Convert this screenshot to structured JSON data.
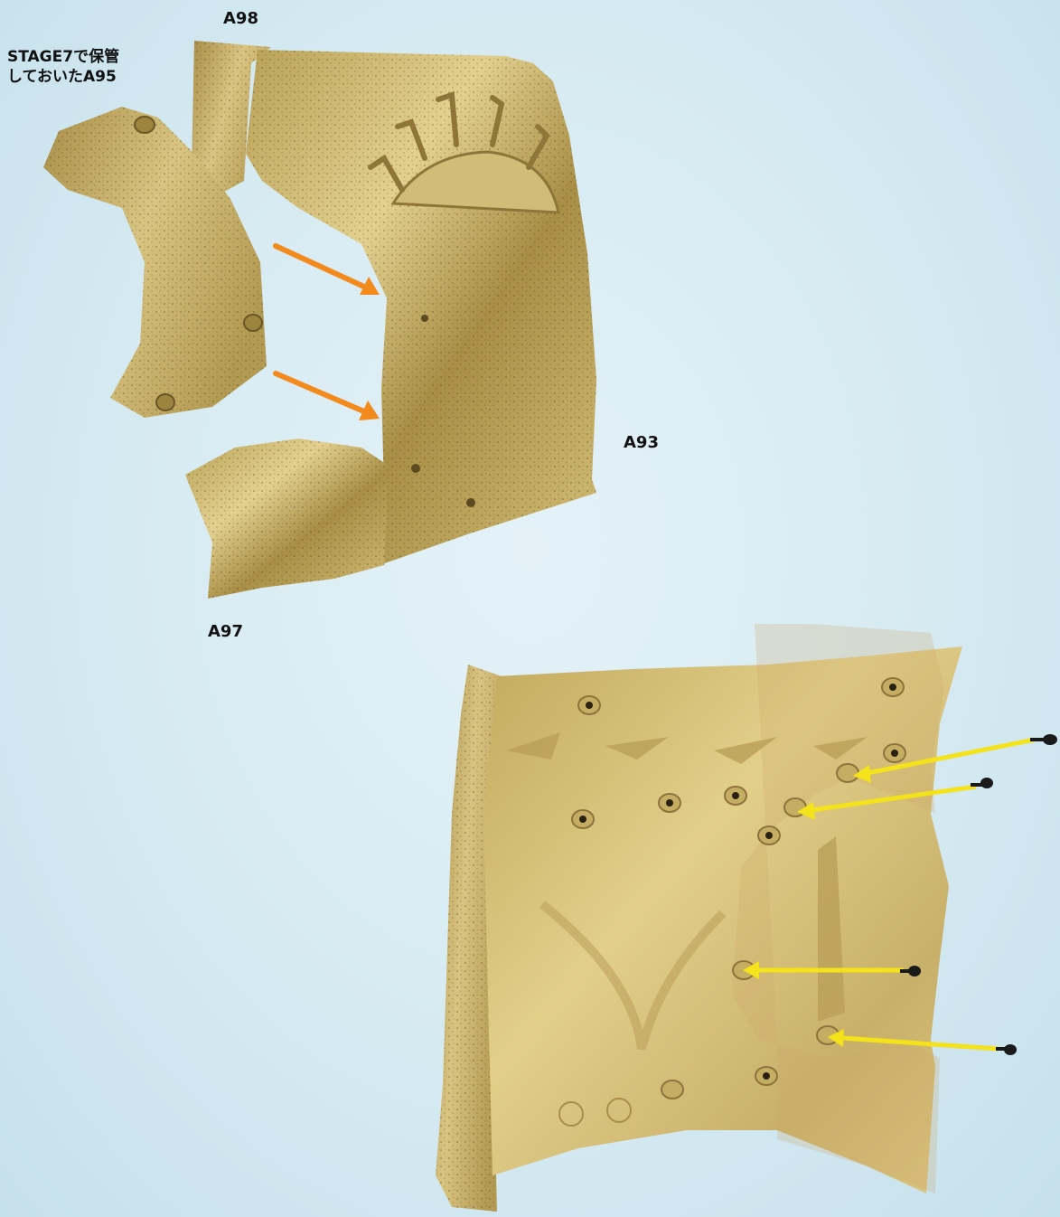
{
  "labels": {
    "a98": "A98",
    "a95_line1": "STAGE7で保管",
    "a95_line2": "しておいたA95",
    "a93": "A93",
    "a97": "A97"
  },
  "colors": {
    "background": "#d6eaf2",
    "gold_part": "#c9b268",
    "gold_inner": "#d8c37a",
    "orange_arrow": "#f28a1e",
    "yellow_arrow": "#f4e21a",
    "screw": "#1a1a1a"
  },
  "icons": {
    "orange_arrows": "arrow-right-down",
    "yellow_arrows": "arrow-left",
    "screws": "screw-icon"
  }
}
